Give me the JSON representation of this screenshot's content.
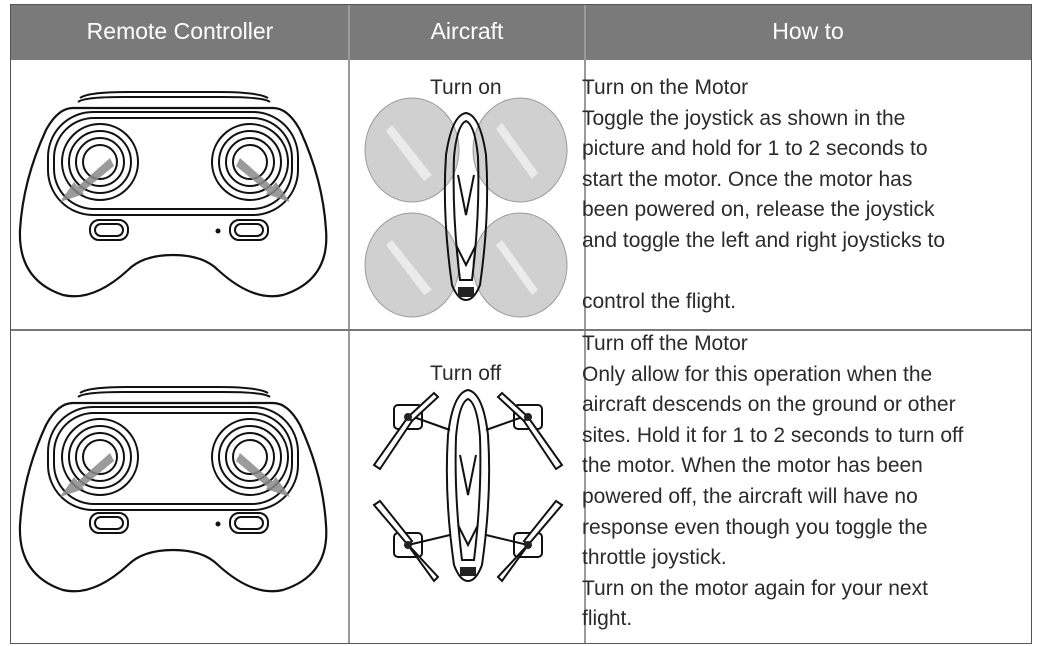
{
  "header": {
    "col1": "Remote Controller",
    "col2": "Aircraft",
    "col3": "How to"
  },
  "rows": [
    {
      "aircraft_label": "Turn on",
      "howto_lines": [
        "Turn on the Motor",
        "Toggle the joystick as shown in the",
        "picture and hold for 1 to 2 seconds to",
        "start the motor. Once the motor has",
        "been powered on, release the joystick",
        "and toggle the left and right joysticks to",
        "",
        "control the flight."
      ]
    },
    {
      "aircraft_label": "Turn off",
      "howto_lines": [
        "Turn off the Motor",
        "Only allow for this operation when the",
        "aircraft descends on the ground or other",
        "sites. Hold it for 1 to 2 seconds to turn off",
        "the motor. When the motor has been",
        "powered off, the aircraft will have no",
        "response even though you toggle the",
        "throttle joystick.",
        "Turn on the motor again for your next",
        "flight."
      ]
    }
  ]
}
